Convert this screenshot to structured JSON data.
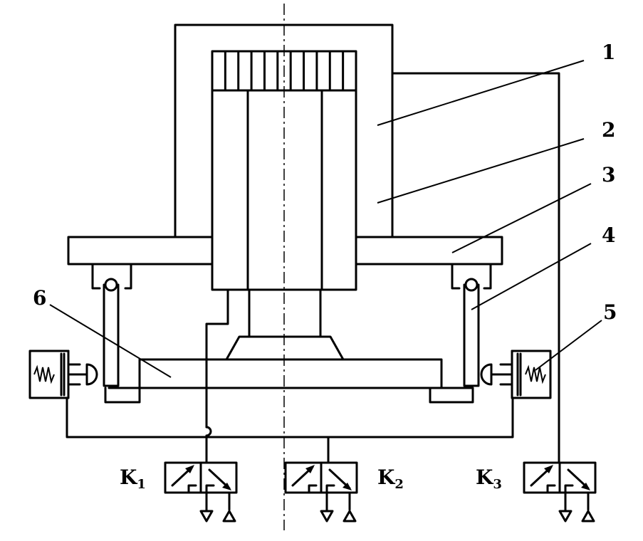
{
  "part_labels": [
    {
      "id": "1",
      "text": "1"
    },
    {
      "id": "2",
      "text": "2"
    },
    {
      "id": "3",
      "text": "3"
    },
    {
      "id": "4",
      "text": "4"
    },
    {
      "id": "5",
      "text": "5"
    },
    {
      "id": "6",
      "text": "6"
    }
  ],
  "valves": [
    {
      "id": "k1",
      "letter": "K",
      "sub": "1"
    },
    {
      "id": "k2",
      "letter": "K",
      "sub": "2"
    },
    {
      "id": "k3",
      "letter": "K",
      "sub": "3"
    }
  ]
}
